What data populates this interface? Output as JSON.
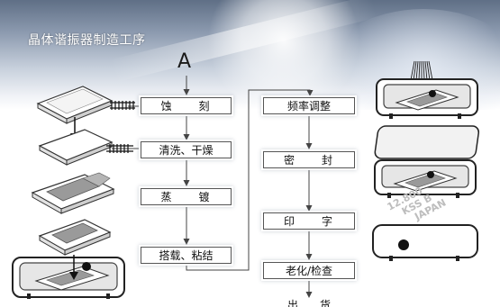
{
  "header": {
    "title": "晶体谐振器制造工序"
  },
  "flow": {
    "start_label": "A",
    "left_steps": [
      "蚀　　刻",
      "清洗、干燥",
      "蒸　　镀",
      "搭载、粘结"
    ],
    "right_steps": [
      "频率调整",
      "密　　封",
      "印　　字",
      "老化/检查"
    ],
    "final_step": "出　　货"
  },
  "illustrations": {
    "marking_text": [
      "12.800",
      "KSS B",
      "JAPAN"
    ],
    "icons": [
      "etched-wafer-icon",
      "cleaned-wafer-icon",
      "electrode-wafer-icon",
      "base-mount-icon",
      "frequency-trim-icon",
      "lid-icon",
      "sealed-package-icon",
      "marked-package-icon"
    ]
  },
  "colors": {
    "line": "#444444",
    "box_border": "#555555",
    "title_text": "#ffffff"
  }
}
